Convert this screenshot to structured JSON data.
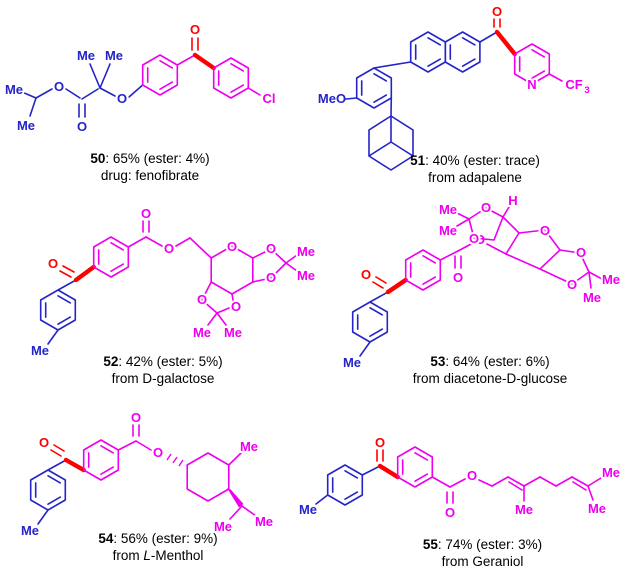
{
  "figure": {
    "background": "#ffffff",
    "colors": {
      "alcohol_fragment_blue": "#2424c8",
      "aroyl_fragment_magenta": "#ee00ee",
      "new_bond_red": "#ff0000",
      "caption_text": "#000000"
    }
  },
  "atoms": {
    "me": "Me",
    "o": "O",
    "n": "N",
    "cl": "Cl",
    "meo": "MeO",
    "h": "H",
    "cf": "CF",
    "sub3": "3"
  },
  "compounds": [
    {
      "num": "50",
      "yield": ": 65% (ester: 4%)",
      "source": "drug: fenofibrate"
    },
    {
      "num": "51",
      "yield": ": 40% (ester: trace)",
      "source": "from adapalene"
    },
    {
      "num": "52",
      "yield": ": 42% (ester: 5%)",
      "source": "from D-galactose"
    },
    {
      "num": "53",
      "yield": ": 64% (ester: 6%)",
      "source": "from diacetone-D-glucose"
    },
    {
      "num": "54",
      "yield": ": 56% (ester: 9%)",
      "source_pre": "from ",
      "source_italic": "L",
      "source_post": "-Menthol"
    },
    {
      "num": "55",
      "yield": ": 74% (ester: 3%)",
      "source": "from Geraniol"
    }
  ]
}
